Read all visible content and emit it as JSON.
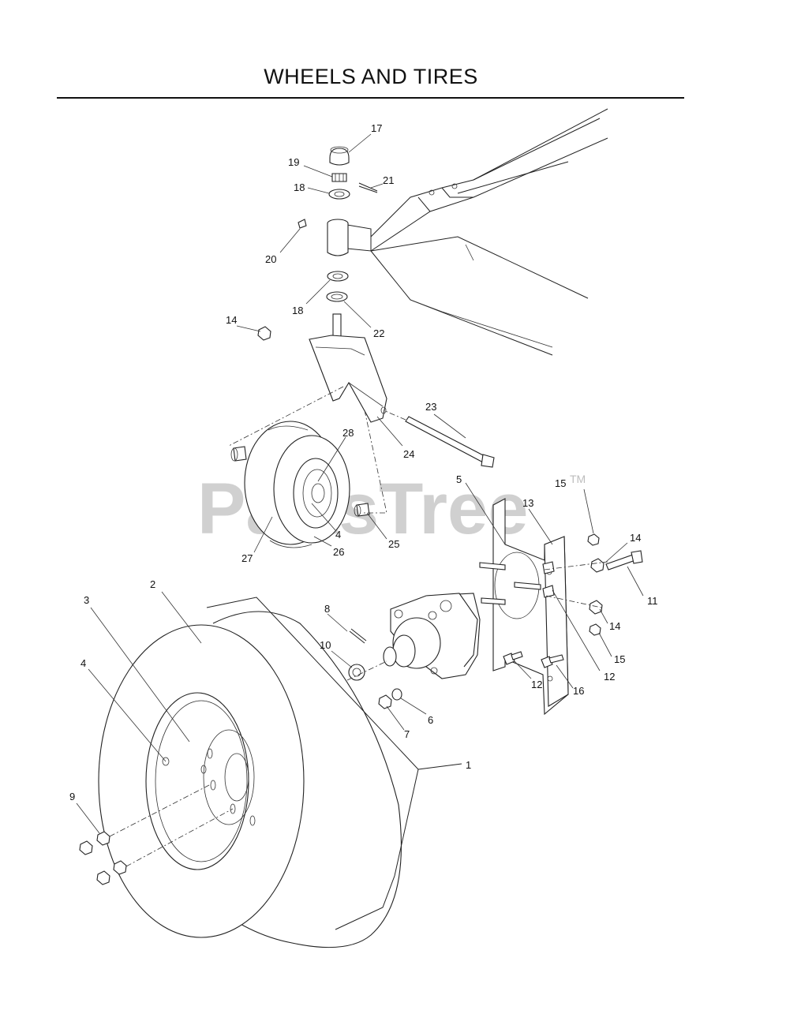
{
  "title": "WHEELS AND TIRES",
  "watermark": {
    "text": "PartsTree",
    "tm": "TM"
  },
  "callouts": {
    "c1": "1",
    "c2": "2",
    "c3": "3",
    "c4a": "4",
    "c4b": "4",
    "c5": "5",
    "c6": "6",
    "c7": "7",
    "c8": "8",
    "c9": "9",
    "c10": "10",
    "c11": "11",
    "c12a": "12",
    "c12b": "12",
    "c13": "13",
    "c14a": "14",
    "c14b": "14",
    "c14c": "14",
    "c15a": "15",
    "c15b": "15",
    "c16": "16",
    "c17": "17",
    "c18a": "18",
    "c18b": "18",
    "c19": "19",
    "c20": "20",
    "c21": "21",
    "c22": "22",
    "c23": "23",
    "c24": "24",
    "c25": "25",
    "c26": "26",
    "c27": "27",
    "c28": "28"
  }
}
